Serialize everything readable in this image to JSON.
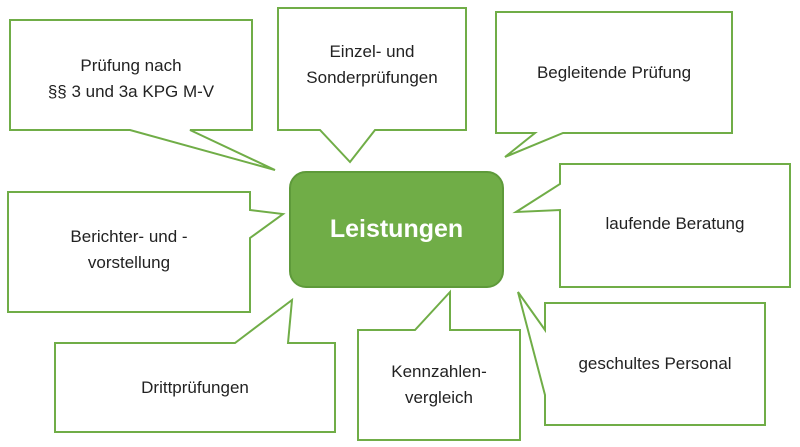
{
  "colors": {
    "center_fill": "#70ad47",
    "outline": "#70ad47",
    "bubble_fill": "#ffffff",
    "text": "#222222"
  },
  "center": {
    "label": "Leistungen"
  },
  "bubbles": [
    {
      "id": "pruefung-kpg",
      "label": "Prüfung nach\n§§ 3 und 3a KPG M-V"
    },
    {
      "id": "einzel-sonder",
      "label": "Einzel- und\nSonderprüfungen"
    },
    {
      "id": "begleitende",
      "label": "Begleitende Prüfung"
    },
    {
      "id": "berichter",
      "label": "Berichter- und -\nvorstellung"
    },
    {
      "id": "laufende",
      "label": "laufende Beratung"
    },
    {
      "id": "dritt",
      "label": "Drittprüfungen"
    },
    {
      "id": "kennzahlen",
      "label": "Kennzahlen-\nvergleich"
    },
    {
      "id": "personal",
      "label": "geschultes Personal"
    }
  ]
}
